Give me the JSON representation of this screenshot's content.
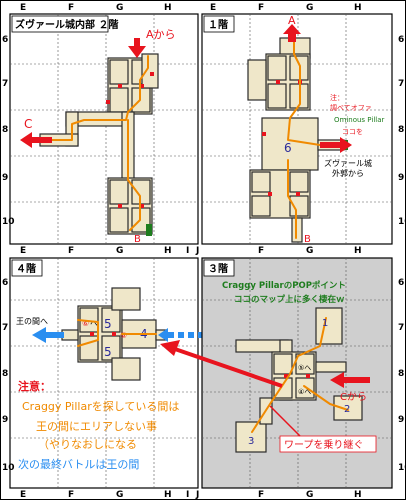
{
  "grid": {
    "columns": [
      "E",
      "F",
      "G",
      "H",
      "I",
      "J"
    ],
    "rows": [
      "6",
      "7",
      "8",
      "9",
      "10"
    ]
  },
  "colors": {
    "route": "#f08a00",
    "arrow_red": "#e8141e",
    "arrow_blue": "#2a8ef0",
    "green": "#1e7d1e",
    "panel_gray": "#cfcfcf",
    "room": "#efe7c9",
    "marker_red": "#e8141e"
  },
  "panels": {
    "floor2": {
      "title": "ズヴァール城内部 ２階",
      "label_from_a": "Aから",
      "label_c": "C",
      "label_b": "B"
    },
    "floor1": {
      "title": "１階",
      "label_a": "A",
      "note_prefix": "注：",
      "note_line2": "調べてオファ",
      "pillar_label": "Ominous Pillar",
      "here_label": "ココを",
      "entrance_line1": "ズヴァール城",
      "entrance_line2": "外郭から",
      "label_b": "B",
      "room_number": "6"
    },
    "floor4": {
      "title": "４階",
      "exit_label": "王の間へ",
      "room_5_top": "5",
      "room_5_bottom": "5",
      "room_4": "4",
      "warp_marker": "⑥",
      "warp_to": "へ"
    },
    "floor3": {
      "title": "３階",
      "pop_title": "Craggy PillarのPOPポイント",
      "pop_subtitle": "ココのマップ上に多く棲在ｗ",
      "room_1": "1",
      "room_2": "2",
      "room_3": "3",
      "from_c": "Cから",
      "warp_label": "ワープを乗り継ぐ",
      "to_marker_1": "⑤へ",
      "to_marker_2": "④へ"
    }
  },
  "notes": {
    "heading": "注意：",
    "line1": "Craggy Pillarを探している間は",
    "line2": "王の間にエリアしない事",
    "line3": "（やりなおしになる",
    "line4": "次の最終バトルは王の間"
  }
}
